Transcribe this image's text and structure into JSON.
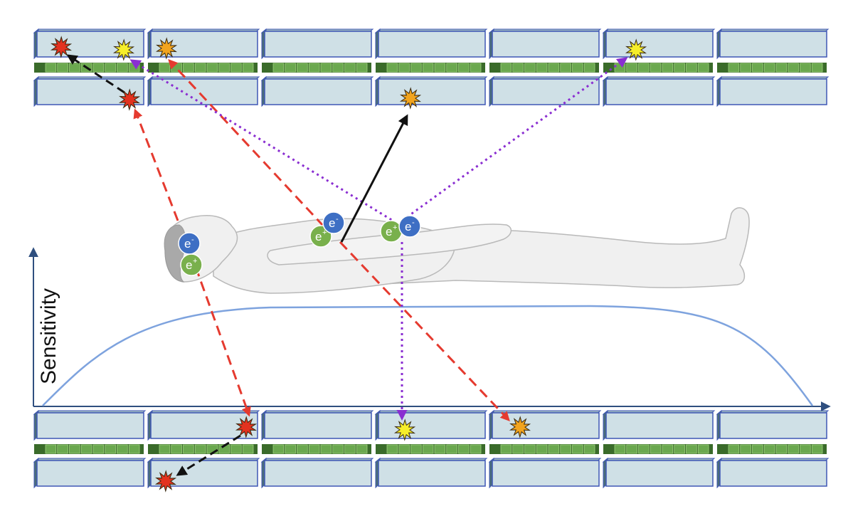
{
  "axis": {
    "y_label": "Sensitivity"
  },
  "particles": {
    "electron": "e",
    "electron_sign": "-",
    "positron": "e",
    "positron_sign": "+"
  },
  "colors": {
    "background": "#ffffff",
    "crystal_fill": "#cfe0e6",
    "crystal_side": "#9cb7c0",
    "crystal_edge": "#3f57b5",
    "sipm_green": "#6ba84f",
    "sipm_dark": "#3a6b2a",
    "sensitivity_curve": "#7ea3de",
    "axis": "#2f4f7f",
    "electron": "#3e6fc4",
    "positron": "#79b04c",
    "red_path": "#e53a2f",
    "purple_path": "#8a2ed1",
    "black_path": "#111111",
    "body_fill": "#f0f0f0",
    "body_edge": "#b9b9b9",
    "hair": "#a9a9a9"
  },
  "icons": {
    "electron": "electron-icon",
    "positron": "positron-icon",
    "hit_red": "red-burst-icon",
    "hit_yellow": "yellow-burst-icon",
    "hit_orange": "orange-burst-icon"
  }
}
